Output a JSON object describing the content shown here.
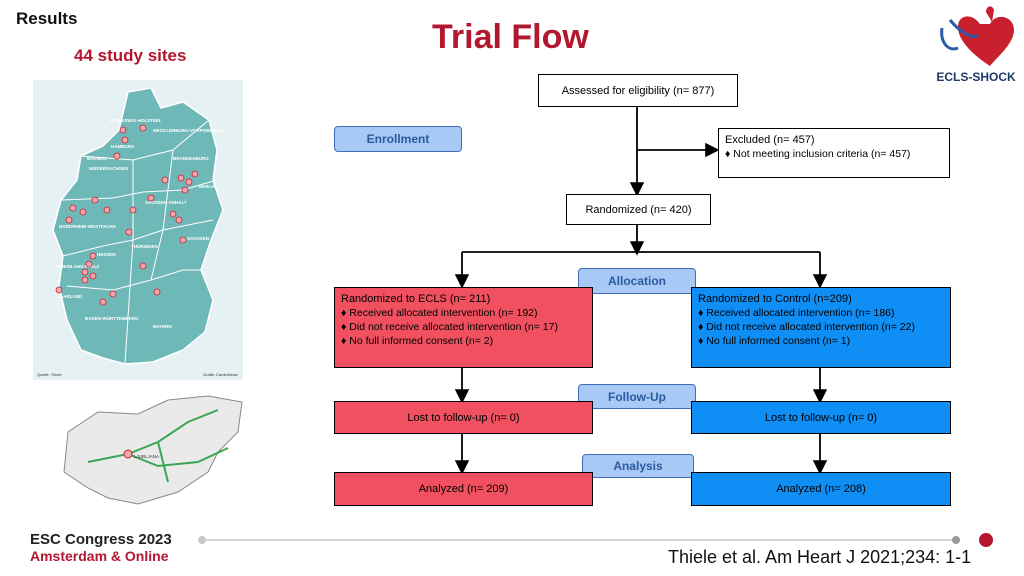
{
  "header": {
    "section": "Results",
    "sites_label": "44 study sites",
    "title": "Trial Flow",
    "logo_text": "ECLS-SHOCK"
  },
  "flow": {
    "assessed": "Assessed for eligibility (n= 877)",
    "excluded": {
      "title": "Excluded  (n= 457)",
      "item": "♦ Not meeting inclusion criteria (n= 457)"
    },
    "randomized": "Randomized (n= 420)",
    "stages": {
      "enrollment": "Enrollment",
      "allocation": "Allocation",
      "follow_up": "Follow-Up",
      "analysis": "Analysis"
    },
    "ecls": {
      "title": "Randomized to ECLS (n= 211)",
      "items": [
        "♦ Received allocated intervention (n= 192)",
        "♦ Did not receive allocated intervention (n= 17)",
        "♦ No full informed consent (n= 2)"
      ],
      "lost": "Lost to follow-up (n= 0)",
      "analyzed": "Analyzed  (n= 209)"
    },
    "control": {
      "title": "Randomized to Control (n=209)",
      "items": [
        "♦ Received allocated intervention (n= 186)",
        "♦ Did not receive allocated intervention (n= 22)",
        "♦ No full informed consent (n= 1)"
      ],
      "lost": "Lost to follow-up (n= 0)",
      "analyzed": "Analyzed  (n= 208)"
    }
  },
  "maps": {
    "germany_states": [
      "SCHLESWIG-HOLSTEIN",
      "MECKLENBURG-VORPOMMERN",
      "HAMBURG",
      "BREMEN",
      "NIEDERSACHSEN",
      "BRANDENBURG",
      "BERLIN",
      "SACHSEN-ANHALT",
      "NORDRHEIN-WESTFALEN",
      "THÜRINGEN",
      "SACHSEN",
      "HESSEN",
      "RHEINLAND-PFALZ",
      "SAARLAND",
      "BADEN-WÜRTTEMBERG",
      "BAYERN"
    ],
    "germany_credit_left": "Quelle: Thiele",
    "germany_credit_right": "Grafik: CardioNews",
    "slovenia_city": "LJUBLJANA"
  },
  "footer": {
    "congress": "ESC Congress 2023",
    "location": "Amsterdam & Online",
    "citation": "Thiele et al. Am Heart J 2021;234: 1-1"
  },
  "colors": {
    "accent_red": "#b3172f",
    "ecls_red": "#f0505f",
    "control_blue": "#0f8ef5",
    "stage_blue": "#a8c9f5"
  }
}
